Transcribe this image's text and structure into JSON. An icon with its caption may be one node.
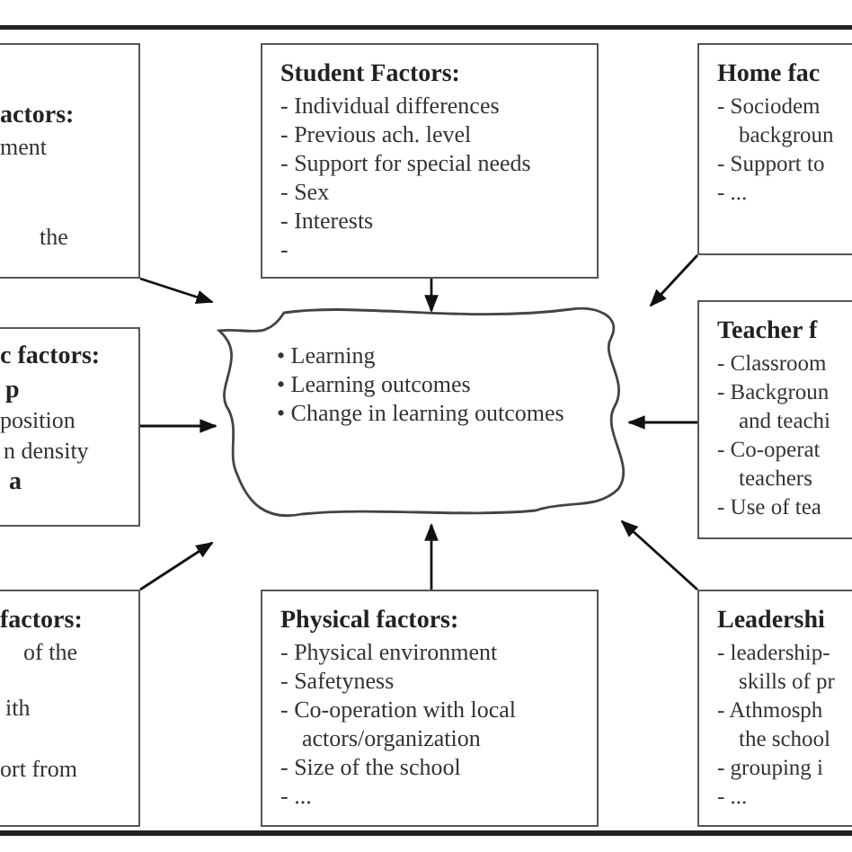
{
  "diagram": {
    "nodes": [
      {
        "text": [
          "actors:",
          "ment",
          "the"
        ]
      },
      {
        "text": [
          "Student Factors:",
          "- Individual differences",
          "- Previous ach.  level",
          "- Support for special needs",
          "- Sex",
          "- Interests",
          "-"
        ]
      },
      {
        "text": [
          "Home fac",
          "- Sociodem backgroun",
          "- Support to",
          "- ..."
        ]
      },
      {
        "text": [
          "c factors:",
          "p",
          "position",
          "n density",
          "a"
        ]
      },
      {
        "text": [
          "• Learning",
          "• Learning outcomes",
          "• Change in learning outcomes"
        ]
      },
      {
        "text": [
          "Teacher f",
          "- Classroom",
          "- Backgroun and teachi",
          "- Co-operat teachers",
          "- Use of tea"
        ]
      },
      {
        "text": [
          "factors:",
          "of the",
          "ith",
          "ort from"
        ]
      },
      {
        "text": [
          "Physical factors:",
          "- Physical environment",
          "- Safetyness",
          "- Co-operation with local actors/organization",
          "- Size of the school",
          "- ..."
        ]
      },
      {
        "text": [
          "Leadershi",
          "- leadership- skills of pr",
          "- Athmosph the school",
          "- grouping i",
          "- ..."
        ]
      }
    ],
    "edges": [
      {
        "from": 0,
        "to": 4,
        "arrow": "to"
      },
      {
        "from": 1,
        "to": 4,
        "arrow": "to"
      },
      {
        "from": 2,
        "to": 4,
        "arrow": "to"
      },
      {
        "from": 3,
        "to": 4,
        "arrow": "to"
      },
      {
        "from": 5,
        "to": 4,
        "arrow": "to"
      },
      {
        "from": 6,
        "to": 4,
        "arrow": "to"
      },
      {
        "from": 7,
        "to": 4,
        "arrow": "to"
      },
      {
        "from": 8,
        "to": 4,
        "arrow": "to"
      }
    ]
  }
}
